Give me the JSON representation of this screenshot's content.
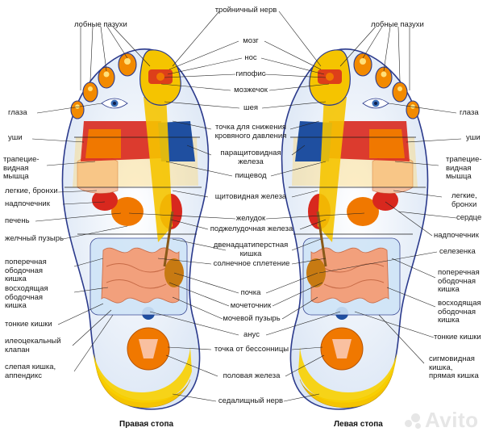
{
  "labels": {
    "left": [
      {
        "id": "l1",
        "text": "лобные пазухи"
      },
      {
        "id": "l2",
        "text": "глаза"
      },
      {
        "id": "l3",
        "text": "уши"
      },
      {
        "id": "l4",
        "text": "трапецие-\nвидная\nмышца"
      },
      {
        "id": "l5",
        "text": "легкие, бронхи"
      },
      {
        "id": "l6",
        "text": "надпочечник"
      },
      {
        "id": "l7",
        "text": "печень"
      },
      {
        "id": "l8",
        "text": "желчный пузырь"
      },
      {
        "id": "l9",
        "text": "поперечная\nободочная\nкишка"
      },
      {
        "id": "l10",
        "text": "восходящая\nободочная\nкишка"
      },
      {
        "id": "l11",
        "text": "тонкие кишки"
      },
      {
        "id": "l12",
        "text": "илеоцекальный\nклапан"
      },
      {
        "id": "l13",
        "text": "слепая кишка,\nаппендикс"
      }
    ],
    "center": [
      {
        "id": "c1",
        "text": "тройничный нерв"
      },
      {
        "id": "c2",
        "text": "мозг"
      },
      {
        "id": "c3",
        "text": "нос"
      },
      {
        "id": "c4",
        "text": "гипофис"
      },
      {
        "id": "c5",
        "text": "мозжечок"
      },
      {
        "id": "c6",
        "text": "шея"
      },
      {
        "id": "c7",
        "text": "точка для снижения\nкровяного давления"
      },
      {
        "id": "c8",
        "text": "паращитовидная\nжелеза"
      },
      {
        "id": "c9",
        "text": "пищевод"
      },
      {
        "id": "c10",
        "text": "щитовидная железа"
      },
      {
        "id": "c11",
        "text": "желудок"
      },
      {
        "id": "c12",
        "text": "поджелудочная железа"
      },
      {
        "id": "c13",
        "text": "двенадцатиперстная\nкишка"
      },
      {
        "id": "c14",
        "text": "солнечное сплетение"
      },
      {
        "id": "c15",
        "text": "почка"
      },
      {
        "id": "c16",
        "text": "мочеточник"
      },
      {
        "id": "c17",
        "text": "мочевой пузырь"
      },
      {
        "id": "c18",
        "text": "анус"
      },
      {
        "id": "c19",
        "text": "точка от бессонницы"
      },
      {
        "id": "c20",
        "text": "половая железа"
      },
      {
        "id": "c21",
        "text": "седалищный нерв"
      }
    ],
    "right": [
      {
        "id": "r1",
        "text": "лобные пазухи"
      },
      {
        "id": "r2",
        "text": "глаза"
      },
      {
        "id": "r3",
        "text": "уши"
      },
      {
        "id": "r4",
        "text": "трапецие-\nвидная\nмышца"
      },
      {
        "id": "r5",
        "text": "легкие,\nбронхи"
      },
      {
        "id": "r6",
        "text": "сердце"
      },
      {
        "id": "r7",
        "text": "надпочечник"
      },
      {
        "id": "r8",
        "text": "селезенка"
      },
      {
        "id": "r9",
        "text": "поперечная\nободочная\nкишка"
      },
      {
        "id": "r10",
        "text": "восходящая\nободочная\nкишка"
      },
      {
        "id": "r11",
        "text": "тонкие кишки"
      },
      {
        "id": "r12",
        "text": "сигмовидная\nкишка,\nпрямая кишка"
      }
    ]
  },
  "feet": {
    "right_title": "Правая стопа",
    "left_title": "Левая стопа"
  },
  "watermark": "Avito",
  "colors": {
    "foot_outline": "#2b3a8c",
    "heel_yellow": "#f5c400",
    "toe_orange": "#f28a00",
    "organ_red": "#d8281e",
    "organ_blue": "#1f4fa0",
    "intestine_pink": "#f2a07c",
    "label_text": "#1a1a1a"
  }
}
